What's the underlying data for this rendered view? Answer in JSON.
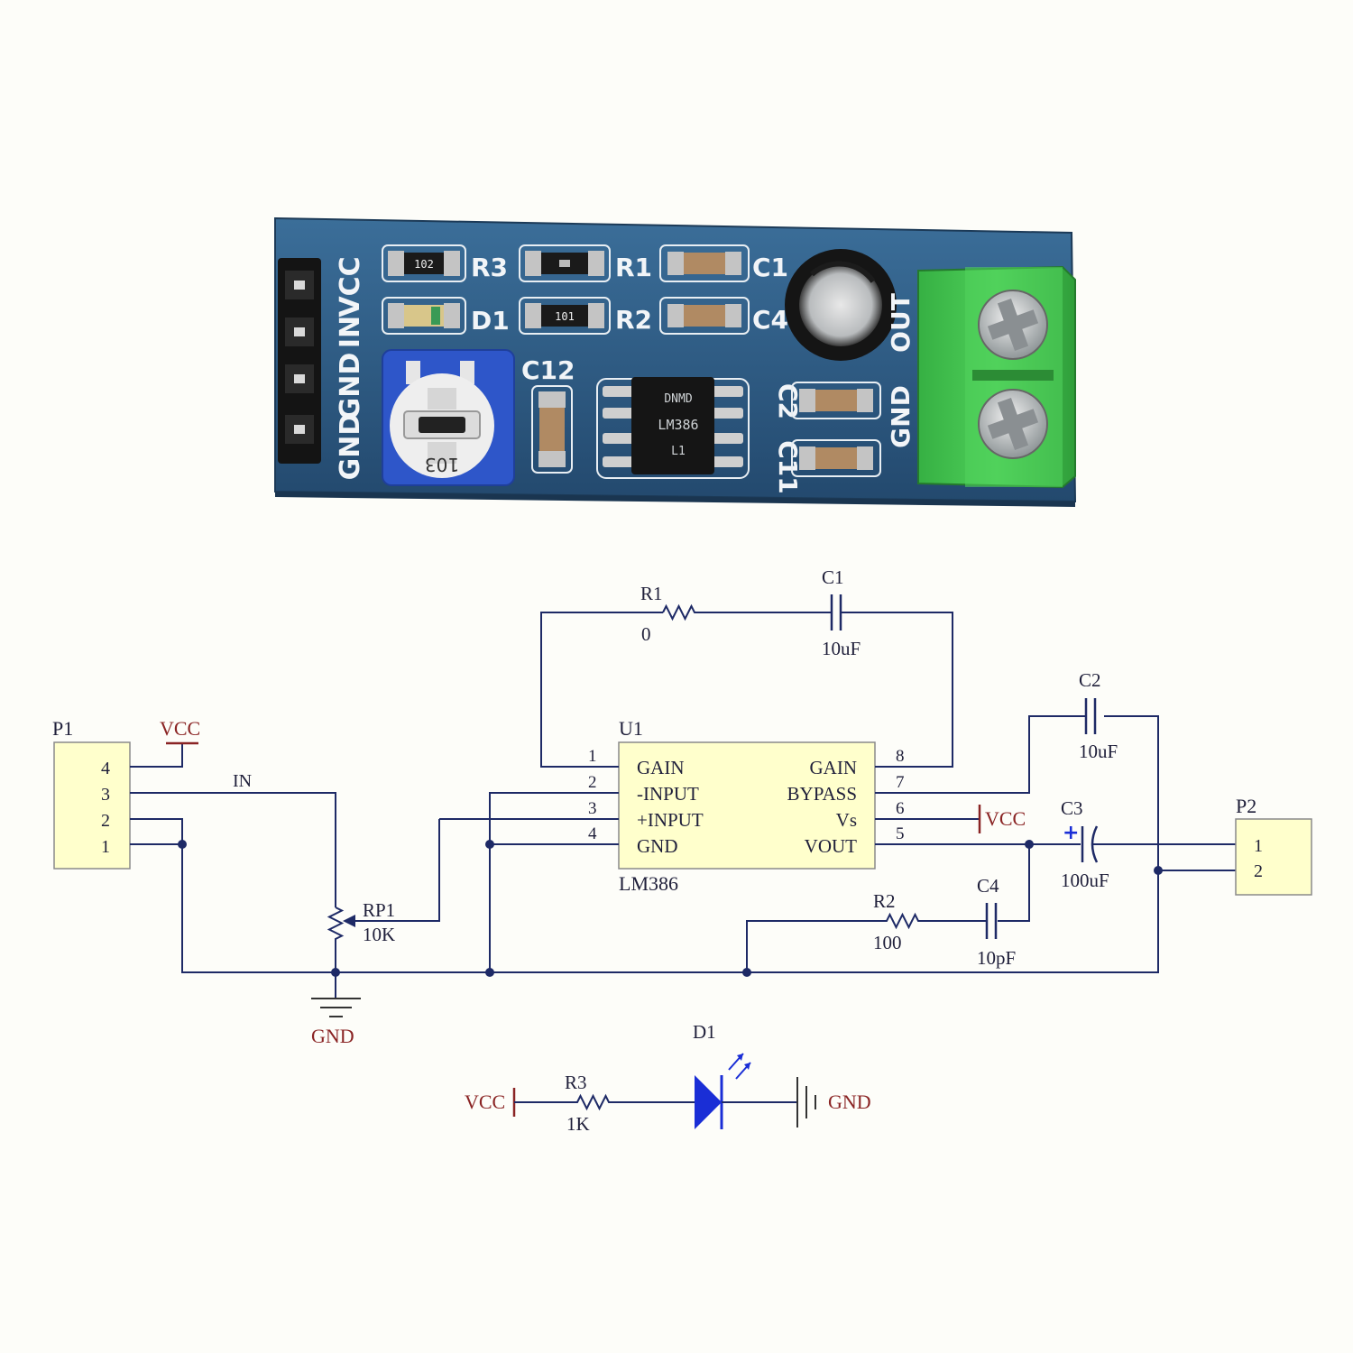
{
  "board": {
    "header_labels": [
      "VCC",
      "IN",
      "GND",
      "GND"
    ],
    "component_labels": {
      "r3": "R3",
      "d1": "D1",
      "r1": "R1",
      "r2": "R2",
      "c1": "C1",
      "c4": "C4",
      "c12": "C12",
      "c2": "C2",
      "c11": "C11"
    },
    "output_labels": [
      "OUT",
      "GND"
    ],
    "smd_codes": {
      "r3": "102",
      "r2": "101"
    },
    "pot_code": "103",
    "chip_marks": [
      "DNMD",
      "LM386",
      "L1"
    ],
    "colors": {
      "pcb": "#2f5d86",
      "terminal": "#3fbf4a",
      "silk": "#f2f5f8"
    }
  },
  "schematic": {
    "p1": {
      "ref": "P1",
      "pins": [
        "4",
        "3",
        "2",
        "1"
      ]
    },
    "p2": {
      "ref": "P2",
      "pins": [
        "1",
        "2"
      ]
    },
    "u1": {
      "ref": "U1",
      "part": "LM386",
      "left_pins": [
        {
          "num": "1",
          "name": "GAIN"
        },
        {
          "num": "2",
          "name": "-INPUT"
        },
        {
          "num": "3",
          "name": "+INPUT"
        },
        {
          "num": "4",
          "name": "GND"
        }
      ],
      "right_pins": [
        {
          "num": "8",
          "name": "GAIN"
        },
        {
          "num": "7",
          "name": "BYPASS"
        },
        {
          "num": "6",
          "name": "Vs"
        },
        {
          "num": "5",
          "name": "VOUT"
        }
      ]
    },
    "r1": {
      "ref": "R1",
      "value": "0"
    },
    "c1": {
      "ref": "C1",
      "value": "10uF"
    },
    "c2": {
      "ref": "C2",
      "value": "10uF"
    },
    "c3": {
      "ref": "C3",
      "value": "100uF",
      "polarity": "+"
    },
    "c4": {
      "ref": "C4",
      "value": "10pF"
    },
    "r2": {
      "ref": "R2",
      "value": "100"
    },
    "rp1": {
      "ref": "RP1",
      "value": "10K"
    },
    "r3": {
      "ref": "R3",
      "value": "1K"
    },
    "d1": {
      "ref": "D1"
    },
    "net_in": "IN",
    "vcc": "VCC",
    "gnd": "GND",
    "colors": {
      "wire": "#1e2a66",
      "power": "#8a2424",
      "led": "#1a2ed6",
      "box": "#ffffcc"
    }
  }
}
